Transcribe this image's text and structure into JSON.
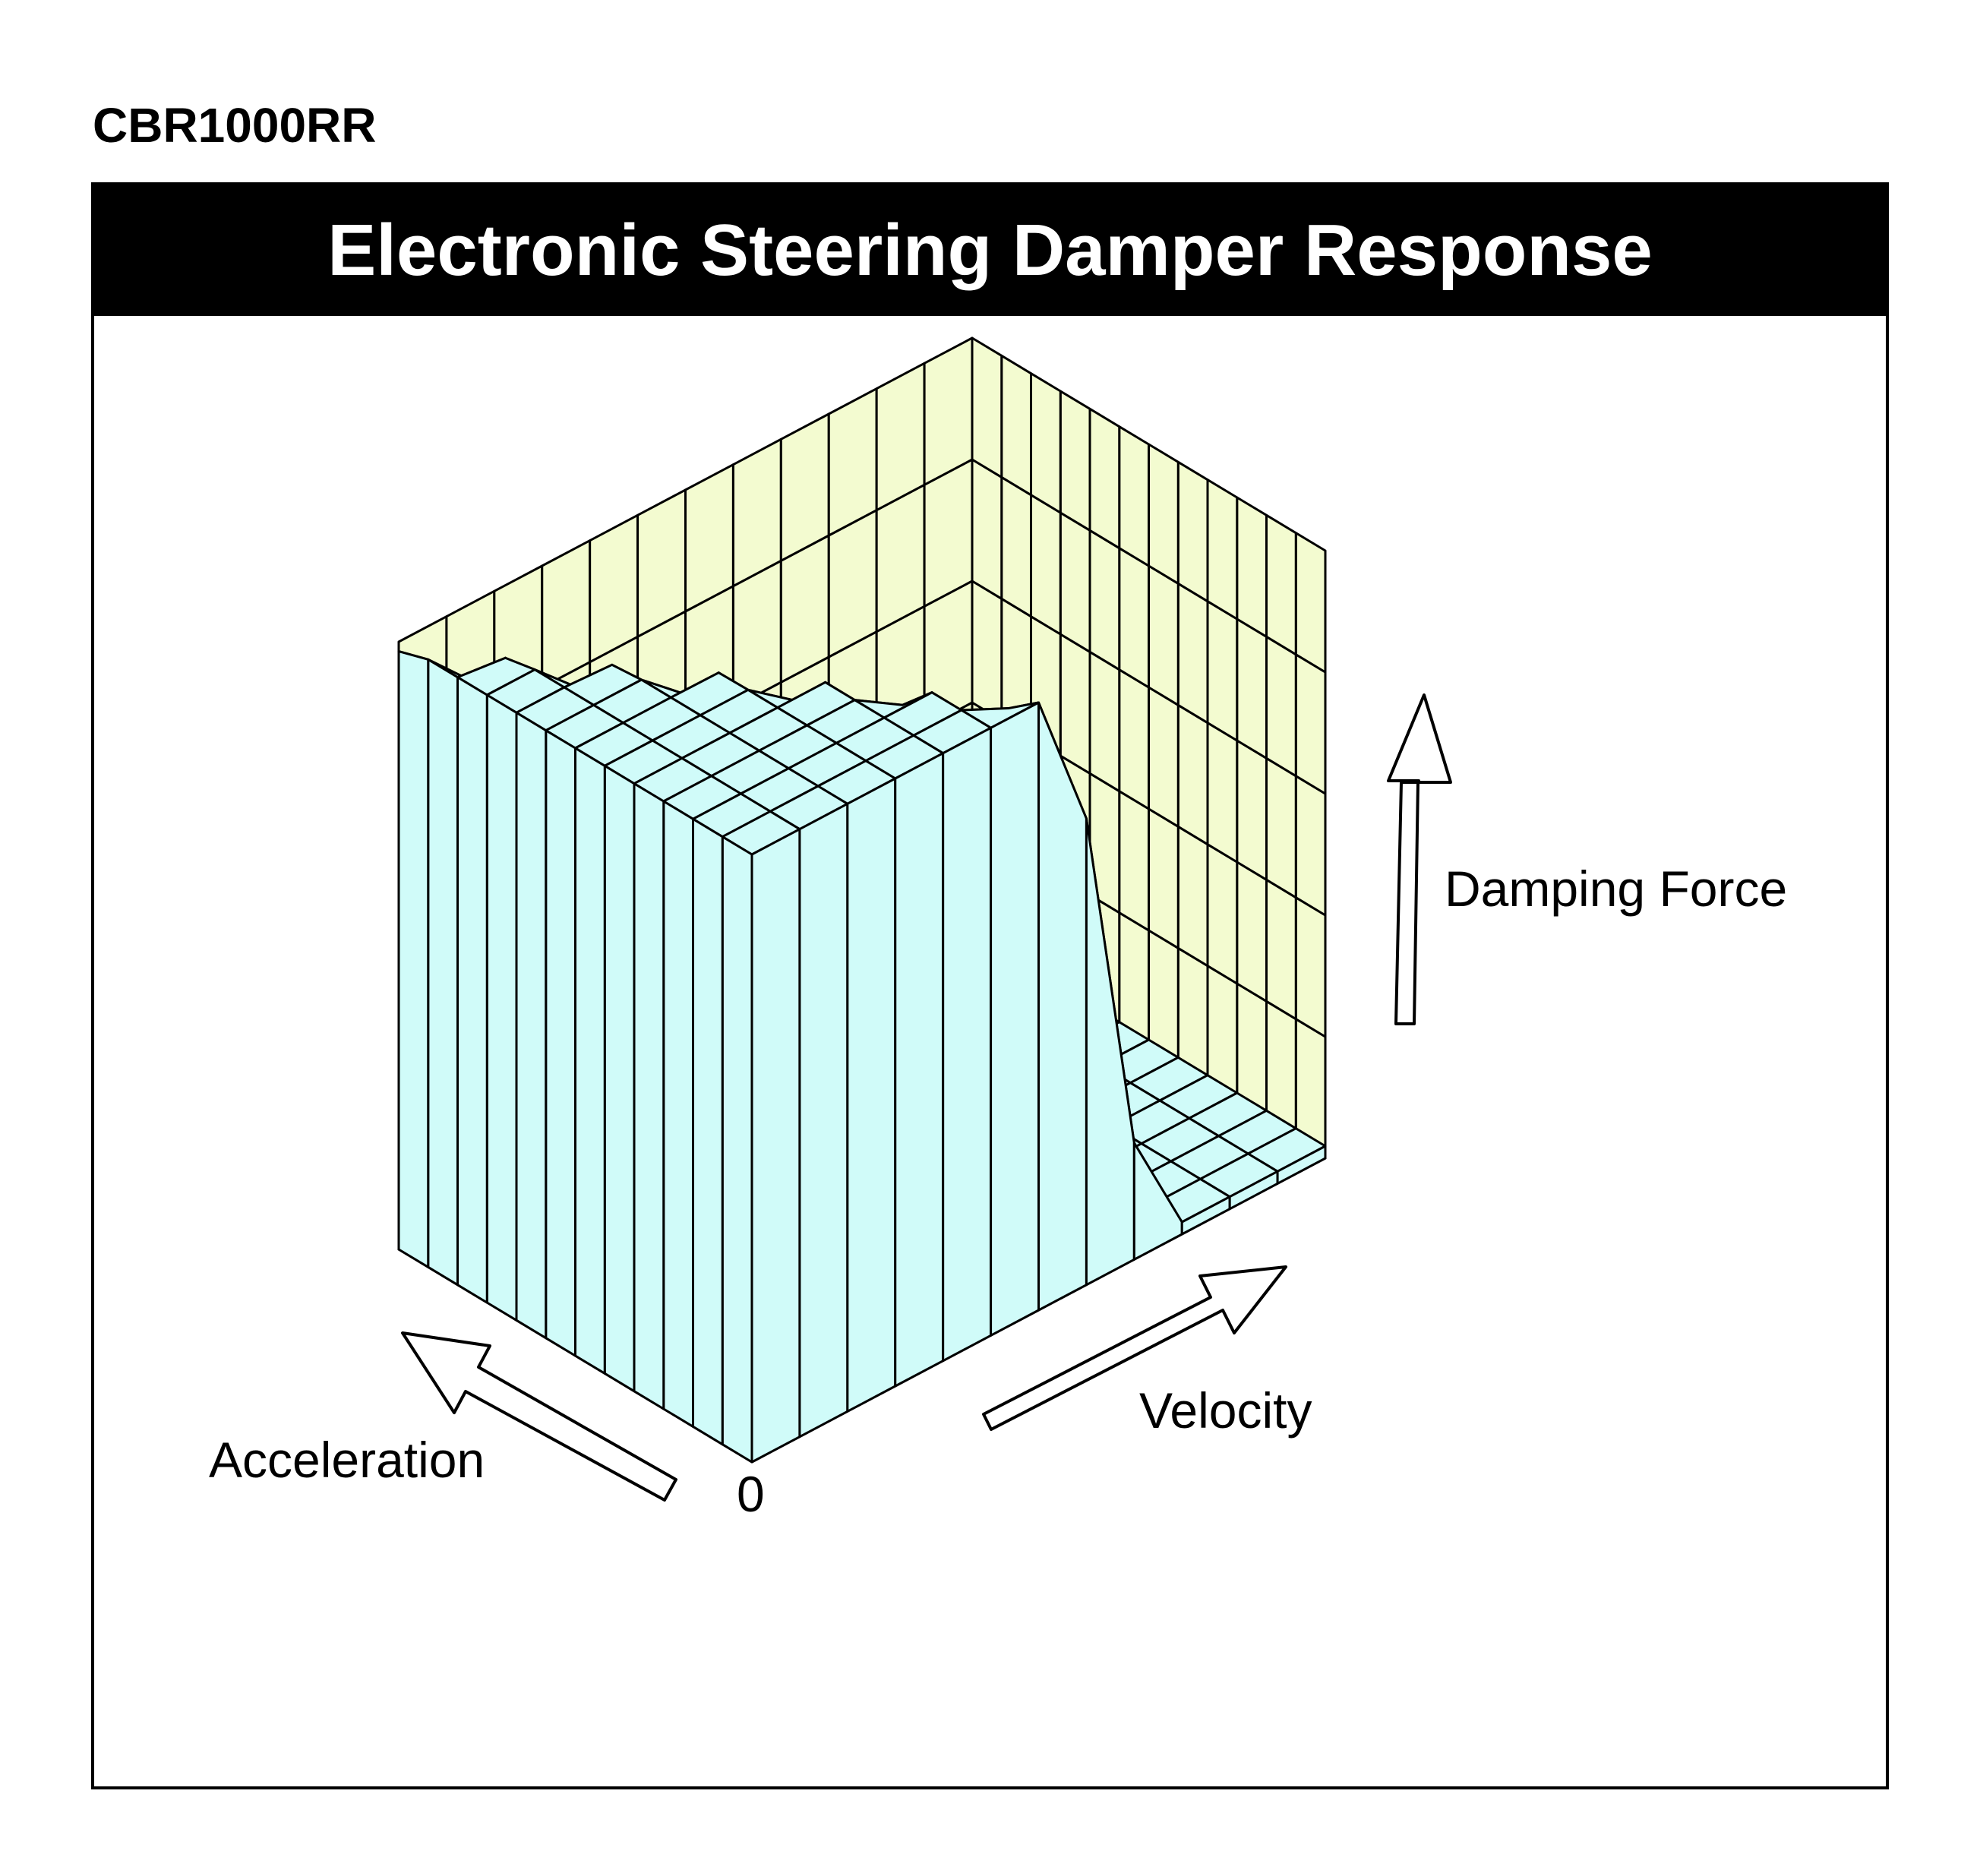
{
  "header": {
    "model": "CBR1000RR"
  },
  "chart_data": {
    "type": "surface",
    "title": "Electronic Steering Damper Response",
    "x_axis_label": "Velocity",
    "y_axis_label": "Acceleration",
    "z_axis_label": "Damping Force",
    "origin_label": "0",
    "grid": true,
    "colors": {
      "surface": "#d0fbf9",
      "walls": "#f3fbd0",
      "floor": "#f8f89a",
      "line": "#000000"
    },
    "description_values": {
      "surface_levels": {
        "low_plateau": 0.0,
        "high_plateau": 1.0
      }
    }
  }
}
